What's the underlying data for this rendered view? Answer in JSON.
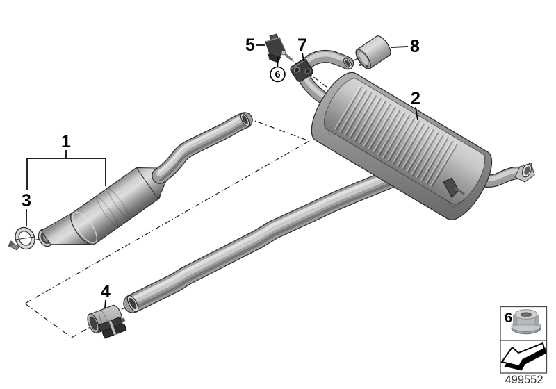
{
  "page": {
    "background": "#ffffff"
  },
  "diagram": {
    "drawing_number": "499552",
    "callouts": {
      "c1": "1",
      "c2": "2",
      "c3": "3",
      "c4": "4",
      "c5": "5",
      "c6": "6",
      "c7": "7",
      "c8": "8"
    },
    "legend": {
      "number": "6",
      "part_icon": "flange-nut-icon",
      "direction_icon": "removal-direction-arrow-icon"
    },
    "parts_icons": [
      "front-silencer-icon",
      "rear-silencer-icon",
      "clamp-ring-icon",
      "exhaust-pipe-clamp-icon",
      "holder-bracket-icon",
      "flange-nut-icon",
      "rubber-mount-icon",
      "tailpipe-trim-icon"
    ],
    "colors": {
      "line": "#000000",
      "metal_light": "#dedede",
      "metal_mid": "#a2a2a2",
      "metal_dark": "#5f5f5f",
      "rubber": "#3c3c3c",
      "drawing_number_text": "#383838",
      "legend_border": "#4a4a4a"
    }
  }
}
